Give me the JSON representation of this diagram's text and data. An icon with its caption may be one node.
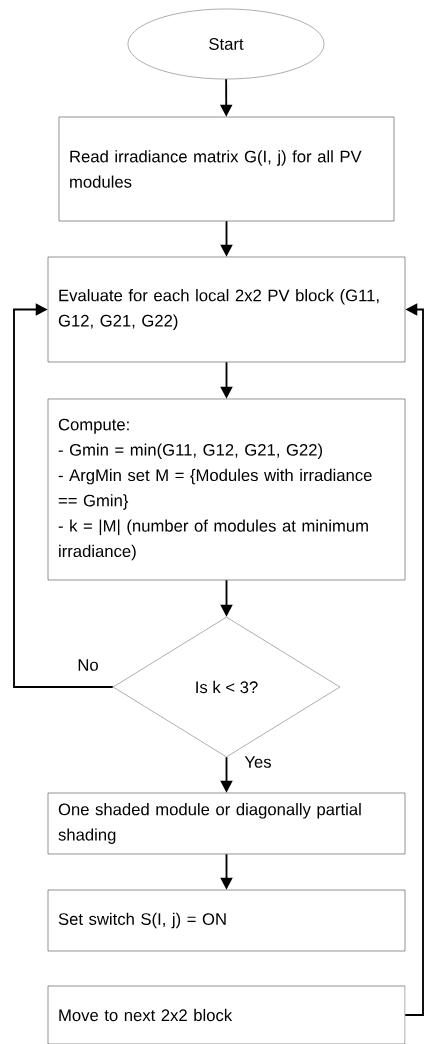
{
  "diagram": {
    "nodes": [
      {
        "text": [
          "Start"
        ]
      },
      {
        "text": [
          "Read irradiance matrix G(I, j) for all PV modules"
        ]
      },
      {
        "text": [
          "Evaluate for each local 2x2 PV block (G11, G12, G21, G22)"
        ]
      },
      {
        "text": [
          "Compute:",
          "- Gmin = min(G11, G12, G21, G22)",
          "- ArgMin set M = {Modules with irradiance == Gmin}",
          "- k = |M| (number of modules at minimum irradiance)"
        ]
      },
      {
        "text": [
          "Is k < 3?"
        ]
      },
      {
        "text": [
          "One shaded module or diagonally partial shading"
        ]
      },
      {
        "text": [
          "Set switch S(I, j) = ON"
        ]
      },
      {
        "text": [
          "Move to next 2x2 block"
        ]
      }
    ],
    "edges": [
      {
        "from": 0,
        "to": 1,
        "arrow": "to"
      },
      {
        "from": 1,
        "to": 2,
        "arrow": "to"
      },
      {
        "from": 2,
        "to": 3,
        "arrow": "to"
      },
      {
        "from": 3,
        "to": 4,
        "arrow": "to"
      },
      {
        "from": 4,
        "to": 5,
        "label": "Yes",
        "arrow": "to"
      },
      {
        "from": 5,
        "to": 6,
        "arrow": "to"
      },
      {
        "from": 4,
        "to": 2,
        "label": "No",
        "arrow": "to"
      },
      {
        "from": 7,
        "to": 2,
        "arrow": "to"
      }
    ]
  }
}
